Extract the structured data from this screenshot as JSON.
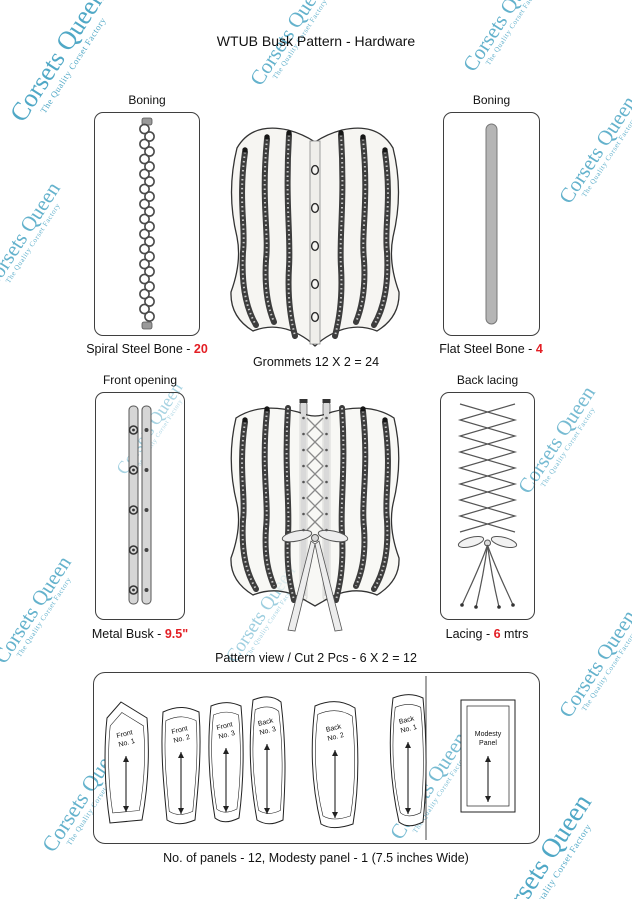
{
  "title": "WTUB Busk Pattern - Hardware",
  "watermark": {
    "brand": "Corsets Queen",
    "tagline": "The Quality Corset Factory"
  },
  "colors": {
    "accent_red": "#e31e24",
    "watermark_blue": "#3e9fc0"
  },
  "panels": {
    "spiral": {
      "label": "Boning",
      "caption": "Spiral Steel Bone - ",
      "value": "20",
      "suffix": ""
    },
    "flat": {
      "label": "Boning",
      "caption": "Flat Steel Bone - ",
      "value": "4",
      "suffix": ""
    },
    "busk": {
      "label": "Front opening",
      "caption": "Metal Busk - ",
      "value": "9.5\"",
      "suffix": ""
    },
    "lacing": {
      "label": "Back lacing",
      "caption": "Lacing  - ",
      "value": "6",
      "suffix": " mtrs"
    }
  },
  "figures": {
    "front_caption": "Grommets 12 X 2 = 24"
  },
  "pattern": {
    "title": "Pattern view / Cut 2 Pcs - 6 X 2 = 12",
    "pieces": [
      {
        "line1": "Front",
        "line2": "No. 1"
      },
      {
        "line1": "Front",
        "line2": "No. 2"
      },
      {
        "line1": "Front",
        "line2": "No. 3"
      },
      {
        "line1": "Back",
        "line2": "No. 3"
      },
      {
        "line1": "Back",
        "line2": "No. 2"
      },
      {
        "line1": "Back",
        "line2": "No. 1"
      },
      {
        "line1": "Modesty",
        "line2": "Panel"
      }
    ],
    "footer": "No. of panels - 12, Modesty panel - 1 (7.5 inches Wide)"
  }
}
